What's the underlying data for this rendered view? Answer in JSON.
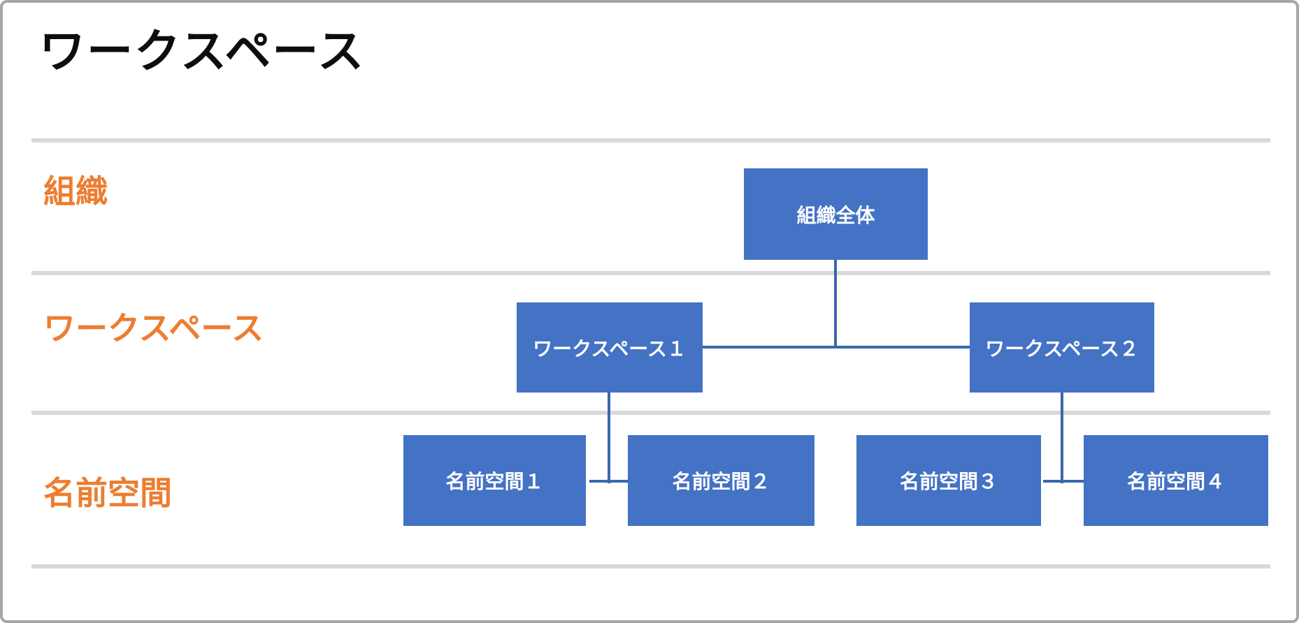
{
  "page": {
    "title": "ワークスペース"
  },
  "colors": {
    "node_blue": "#4472C4",
    "connector_blue": "#3A67AD",
    "label_orange": "#ED7D31",
    "separator_gray": "#D9D9D9",
    "frame_gray": "#A6A6A6",
    "title_black": "#0D0D0D",
    "node_text_white": "#FFFFFF"
  },
  "diagram": {
    "rows": [
      {
        "label": "組織"
      },
      {
        "label": "ワークスペース"
      },
      {
        "label": "名前空間"
      }
    ],
    "nodes": {
      "org": {
        "label": "組織全体"
      },
      "ws1": {
        "label": "ワークスペース１"
      },
      "ws2": {
        "label": "ワークスペース２"
      },
      "ns1": {
        "label": "名前空間１"
      },
      "ns2": {
        "label": "名前空間２"
      },
      "ns3": {
        "label": "名前空間３"
      },
      "ns4": {
        "label": "名前空間４"
      }
    },
    "edges": [
      {
        "from": "org",
        "to": "ws1"
      },
      {
        "from": "org",
        "to": "ws2"
      },
      {
        "from": "ws1",
        "to": "ns1"
      },
      {
        "from": "ws1",
        "to": "ns2"
      },
      {
        "from": "ws2",
        "to": "ns3"
      },
      {
        "from": "ws2",
        "to": "ns4"
      }
    ]
  }
}
